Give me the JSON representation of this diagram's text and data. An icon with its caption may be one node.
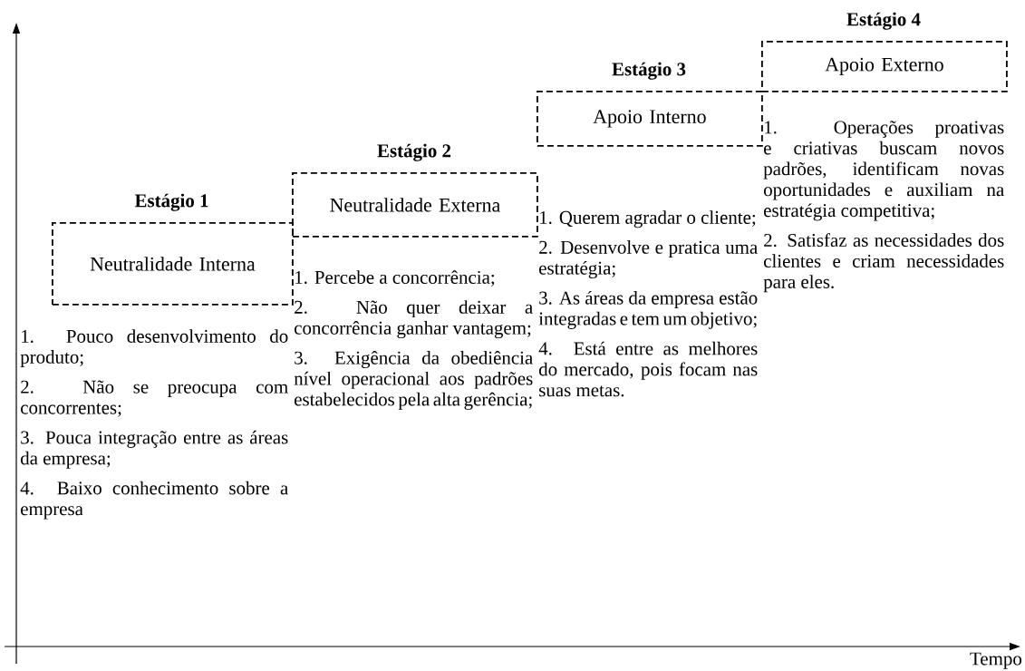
{
  "diagram": {
    "nodes": [
      {
        "text": [
          "Estágio 1",
          "Neutralidade Interna"
        ]
      },
      {
        "text": [
          "Estágio 2",
          "Neutralidade Externa"
        ]
      },
      {
        "text": [
          "Estágio 3",
          "Apoio Interno"
        ]
      },
      {
        "text": [
          "Estágio 4",
          "Apoio Externo"
        ]
      }
    ],
    "labels": [
      "1. Pouco desenvolvimento do produto;",
      "2. Não se preocupa com concorrentes;",
      "3. Pouca integração entre as áreas da empresa;",
      "4. Baixo conhecimento sobre a empresa",
      "1. Percebe a concorrência;",
      "2. Não quer deixar a concorrência ganhar vantagem;",
      "3. Exigência da obediência nível operacional aos padrões estabelecidos pela alta gerência;",
      "1. Querem agradar o cliente;",
      "2. Desenvolve e pratica uma estratégia;",
      "3. As áreas da empresa estão integradas e tem um objetivo;",
      "4. Está entre as melhores do mercado, pois focam nas suas metas.",
      "1. Operações proativas e criativas buscam novos padrões, identificam novas oportunidades e auxiliam na estratégia competitiva;",
      "2. Satisfaz as necessidades dos clientes e criam necessidades para eles.",
      "Tempo"
    ]
  }
}
